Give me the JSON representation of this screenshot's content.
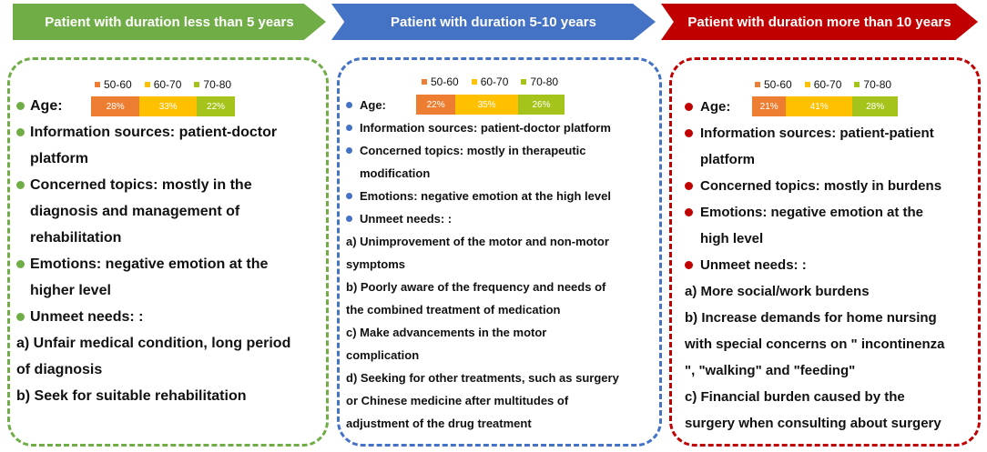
{
  "headers": [
    {
      "label": "Patient with duration less than 5 years",
      "color": "#70ad47"
    },
    {
      "label": "Patient with duration 5-10 years",
      "color": "#4472c4"
    },
    {
      "label": "Patient with duration more than 10 years",
      "color": "#c00000"
    }
  ],
  "age_legend": {
    "labels": [
      "50-60",
      "60-70",
      "70-80"
    ],
    "colors": [
      "#ed7d31",
      "#ffc000",
      "#a5c41b"
    ]
  },
  "panels": [
    {
      "age_label": "Age:",
      "age_values": [
        "28%",
        "33%",
        "22%"
      ],
      "age_fractions": [
        28,
        33,
        22
      ],
      "lines": [
        "Information sources: patient-doctor",
        "platform",
        "Concerned topics: mostly in the",
        "diagnosis and management of",
        "rehabilitation",
        "Emotions: negative emotion at the",
        "higher level",
        "Unmeet needs: :",
        "a) Unfair medical condition, long period",
        "of diagnosis",
        "b) Seek for suitable rehabilitation"
      ]
    },
    {
      "age_label": "Age:",
      "age_values": [
        "22%",
        "35%",
        "26%"
      ],
      "age_fractions": [
        22,
        35,
        26
      ],
      "lines": [
        "Information sources: patient-doctor platform",
        "Concerned topics: mostly in therapeutic",
        "modification",
        "Emotions: negative emotion at the high level",
        "Unmeet needs: :",
        "a) Unimprovement of the motor and non-motor",
        "symptoms",
        "b) Poorly aware of the frequency and needs of",
        "the combined treatment of medication",
        "c) Make advancements in the motor",
        "complication",
        "d) Seeking for other treatments, such as surgery",
        "or Chinese medicine after multitudes of",
        "adjustment of the drug treatment"
      ]
    },
    {
      "age_label": "Age:",
      "age_values": [
        "21%",
        "41%",
        "28%"
      ],
      "age_fractions": [
        21,
        41,
        28
      ],
      "lines": [
        "Information sources: patient-patient",
        "platform",
        "Concerned topics: mostly in burdens",
        "Emotions: negative emotion at the",
        "high level",
        "Unmeet needs: :",
        "a) More social/work burdens",
        "b) Increase demands for home nursing",
        "with special concerns on \" incontinenza",
        "\", \"walking\" and \"feeding\"",
        "c) Financial burden caused by the",
        "surgery when consulting about surgery"
      ]
    }
  ]
}
